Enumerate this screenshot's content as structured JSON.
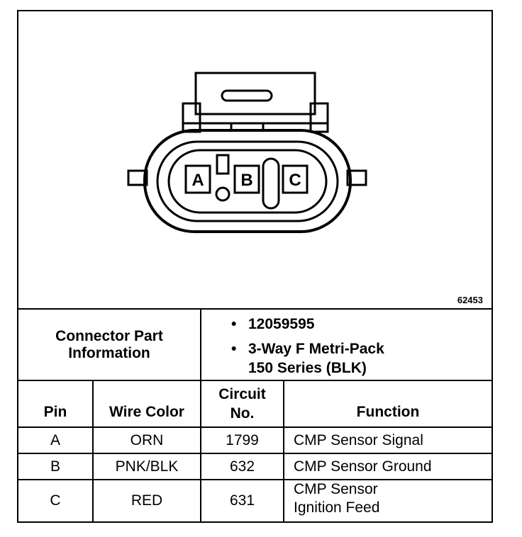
{
  "figure_number": "62453",
  "connector_info": {
    "label": "Connector Part\nInformation",
    "label_line1": "Connector Part",
    "label_line2": "Information",
    "bullets": [
      {
        "line1": "12059595",
        "line2": ""
      },
      {
        "line1": "3-Way F Metri-Pack",
        "line2": "150 Series (BLK)"
      }
    ]
  },
  "connector_pins_labels": [
    "A",
    "B",
    "C"
  ],
  "table": {
    "headers": {
      "pin": "Pin",
      "wire_color": "Wire Color",
      "circuit_line1": "Circuit",
      "circuit_line2": "No.",
      "function": "Function"
    },
    "rows": [
      {
        "pin": "A",
        "wire_color": "ORN",
        "circuit": "1799",
        "function_line1": "CMP Sensor Signal",
        "function_line2": ""
      },
      {
        "pin": "B",
        "wire_color": "PNK/BLK",
        "circuit": "632",
        "function_line1": "CMP Sensor Ground",
        "function_line2": ""
      },
      {
        "pin": "C",
        "wire_color": "RED",
        "circuit": "631",
        "function_line1": "CMP Sensor",
        "function_line2": "Ignition Feed"
      }
    ]
  }
}
